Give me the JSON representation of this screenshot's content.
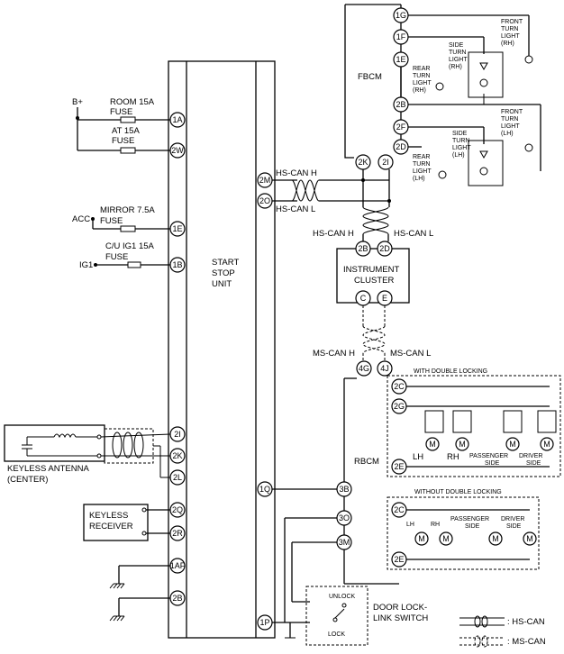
{
  "units": {
    "start_stop": [
      "START",
      "STOP",
      "UNIT"
    ],
    "fbcm": "FBCM",
    "rbcm": "RBCM",
    "instrument_cluster": [
      "INSTRUMENT",
      "CLUSTER"
    ],
    "keyless_antenna": [
      "KEYLESS ANTENNA",
      "(CENTER)"
    ],
    "keyless_receiver": [
      "KEYLESS",
      "RECEIVER"
    ],
    "door_lock_link_switch": [
      "DOOR LOCK-",
      "LINK SWITCH"
    ]
  },
  "power": {
    "bplus": "B+",
    "acc": "ACC",
    "ig1": "IG1",
    "room_fuse": [
      "ROOM 15A",
      "FUSE"
    ],
    "at_fuse": [
      "AT 15A",
      "FUSE"
    ],
    "mirror_fuse": [
      "MIRROR 7.5A",
      "FUSE"
    ],
    "cu_fuse": [
      "C/U IG1 15A",
      "FUSE"
    ]
  },
  "ssu_left_pins": [
    "1A",
    "2W",
    "1E",
    "1B",
    "2I",
    "2K",
    "2L",
    "2Q",
    "2R",
    "1AF",
    "2B"
  ],
  "ssu_right_pins": [
    "2M",
    "2O",
    "1Q",
    "1P"
  ],
  "fbcm_pins": [
    "1G",
    "1F",
    "1E",
    "2B",
    "2F",
    "2D",
    "2K",
    "2I"
  ],
  "cluster_pins": [
    "2B",
    "2D",
    "C",
    "E"
  ],
  "rbcm_pins": [
    "4G",
    "4J",
    "2C",
    "2G",
    "2E",
    "3B",
    "3O",
    "3M",
    "2C",
    "2E"
  ],
  "can": {
    "hs_h": "HS-CAN H",
    "hs_l": "HS-CAN L",
    "ms_h": "MS-CAN H",
    "ms_l": "MS-CAN L"
  },
  "lights": {
    "front_rh": [
      "FRONT",
      "TURN",
      "LIGHT",
      "(RH)"
    ],
    "side_rh": [
      "SIDE",
      "TURN",
      "LIGHT",
      "(RH)"
    ],
    "rear_rh": [
      "REAR",
      "TURN",
      "LIGHT",
      "(RH)"
    ],
    "front_lh": [
      "FRONT",
      "TURN",
      "LIGHT",
      "(LH)"
    ],
    "side_lh": [
      "SIDE",
      "TURN",
      "LIGHT",
      "(LH)"
    ],
    "rear_lh": [
      "REAR",
      "TURN",
      "LIGHT",
      "(LH)"
    ]
  },
  "locking": {
    "with_double": "WITH DOUBLE LOCKING",
    "without_double": "WITHOUT DOUBLE LOCKING",
    "lh": "LH",
    "rh": "RH",
    "passenger_side": [
      "PASSENGER",
      "SIDE"
    ],
    "driver_side": [
      "DRIVER",
      "SIDE"
    ],
    "motor": "M"
  },
  "switch": {
    "unlock": "UNLOCK",
    "lock": "LOCK"
  },
  "legend": {
    "hs_can": ": HS-CAN",
    "ms_can": ": MS-CAN"
  }
}
